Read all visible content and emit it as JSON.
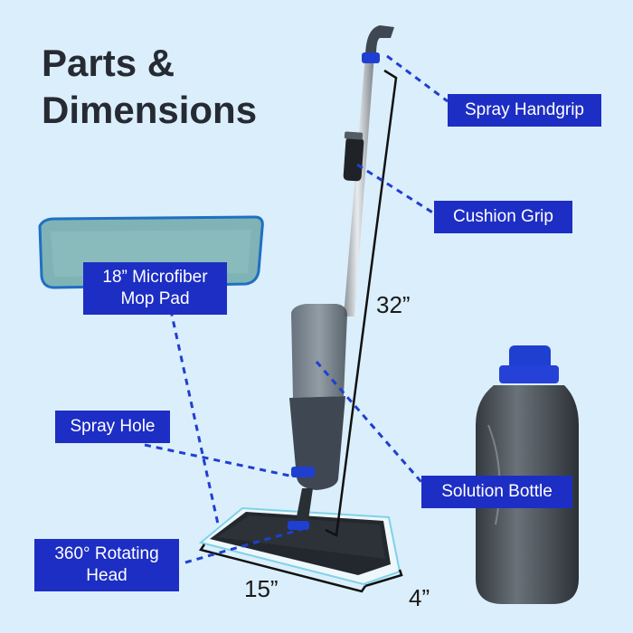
{
  "title_line1": "Parts &",
  "title_line2": "Dimensions",
  "labels": {
    "spray_handgrip": "Spray Handgrip",
    "cushion_grip": "Cushion Grip",
    "mop_pad_line1": "18” Microfiber",
    "mop_pad_line2": "Mop Pad",
    "spray_hole": "Spray Hole",
    "solution_bottle": "Solution Bottle",
    "rotating_head_line1": "360° Rotating",
    "rotating_head_line2": "Head"
  },
  "dimensions": {
    "height": "32”",
    "width": "15”",
    "depth": "4”"
  },
  "colors": {
    "background": "#dbeefb",
    "label_bg": "#1d2ec4",
    "accent_blue": "#1f3fd1",
    "pad_teal": "#7fb3b5",
    "reservoir": "#4a5560"
  }
}
